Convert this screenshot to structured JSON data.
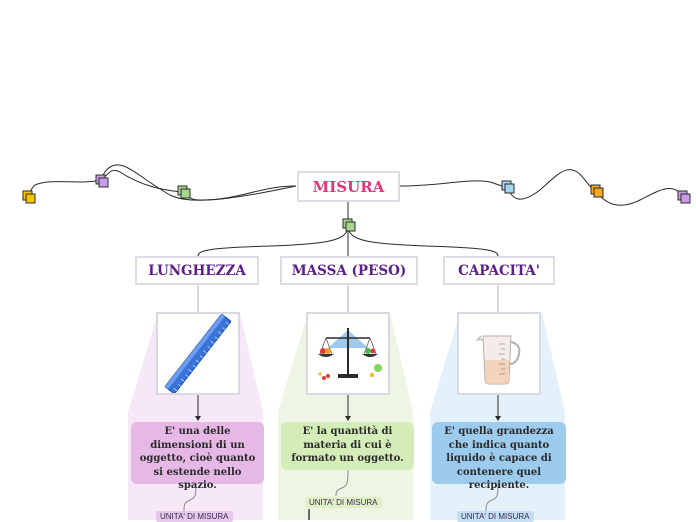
{
  "root": {
    "label": "MISURA",
    "color": "#e8347a"
  },
  "branches": [
    {
      "title": "LUNGHEZZA",
      "description": "E' una delle dimensioni di un oggetto, cioè quanto si estende nello spazio.",
      "unit_label": "UNITA' DI MISURA",
      "image": "ruler-image",
      "panel_color": "#f6e8f6",
      "desc_color": "#e6b8e6",
      "tag_color": "#e6c8ea"
    },
    {
      "title": "MASSA (PESO)",
      "description": "E' la quantità di materia di cui è formato un oggetto.",
      "unit_label": "UNITA' DI MISURA",
      "image": "balance-scale-image",
      "panel_color": "#eef5e4",
      "desc_color": "#d4ecb8",
      "tag_color": "#dff0c8"
    },
    {
      "title": "CAPACITA'",
      "description": "E' quella grandezza che indica quanto liquido è capace di contenere quel recipiente.",
      "unit_label": "UNITA' DI MISURA",
      "image": "measuring-jug-image",
      "panel_color": "#e4f0fa",
      "desc_color": "#9ccbee",
      "tag_color": "#c5def3"
    }
  ],
  "colors": {
    "topic_text": "#5b1e8a",
    "connector": "#2b2b2b",
    "node_yellow": "#f5c400",
    "node_purple": "#c99de6",
    "node_green": "#a9d68f",
    "node_blue": "#a9d5f0",
    "node_orange": "#f5a623"
  }
}
